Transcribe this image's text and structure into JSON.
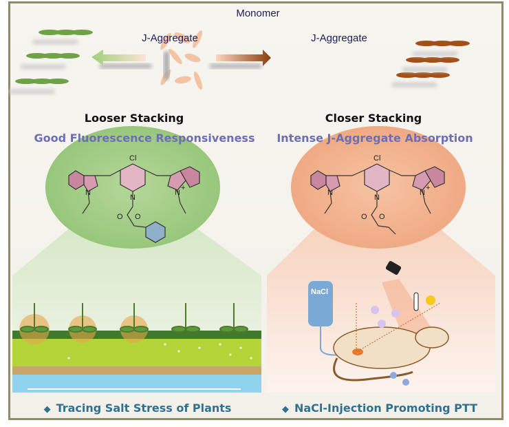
{
  "top": {
    "monomer_label": "Monomer",
    "left_arrow_label": "J-Aggregate",
    "right_arrow_label": "J-Aggregate"
  },
  "left": {
    "heading": "Looser Stacking",
    "subheading": "Good Fluorescence Responsiveness",
    "bottom_label": "Tracing Salt Stress of Plants",
    "molecule_atoms": {
      "cl": "Cl",
      "n1": "N",
      "n2": "N",
      "n3": "N",
      "o1": "O",
      "o2": "O",
      "plus": "+"
    }
  },
  "right": {
    "heading": "Closer Stacking",
    "subheading": "Intense J-Aggregate Absorption",
    "bottom_label": "NaCl-Injection Promoting PTT",
    "iv_bag_label": "NaCl",
    "molecule_atoms": {
      "cl": "Cl",
      "n1": "N",
      "n2": "N",
      "n3": "N",
      "o1": "O",
      "o2": "O",
      "plus": "+"
    }
  },
  "colors": {
    "green": "#9dc97f",
    "orange": "#f2b28c",
    "brown": "#9a4714",
    "subheading": "#6e6eb4",
    "bottom_label": "#2f7190"
  }
}
